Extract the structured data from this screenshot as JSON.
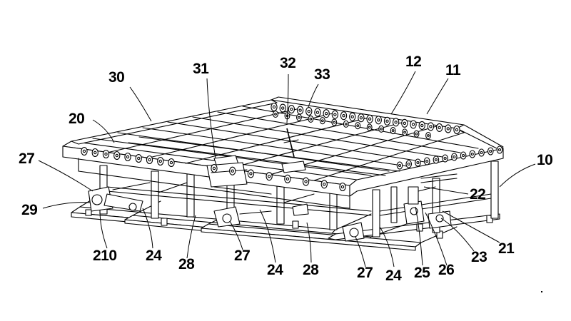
{
  "colors": {
    "ink": "#000000",
    "paper": "#ffffff"
  },
  "labels": {
    "l30": "30",
    "l31": "31",
    "l32": "32",
    "l33": "33",
    "l12": "12",
    "l11": "11",
    "l20": "20",
    "l27a": "27",
    "l29": "29",
    "l10": "10",
    "l22": "22",
    "l210": "210",
    "l24a": "24",
    "l28a": "28",
    "l27b": "27",
    "l24b": "24",
    "l28b": "28",
    "l27c": "27",
    "l24c": "24",
    "l25": "25",
    "l26": "26",
    "l23": "23",
    "l21": "21"
  }
}
